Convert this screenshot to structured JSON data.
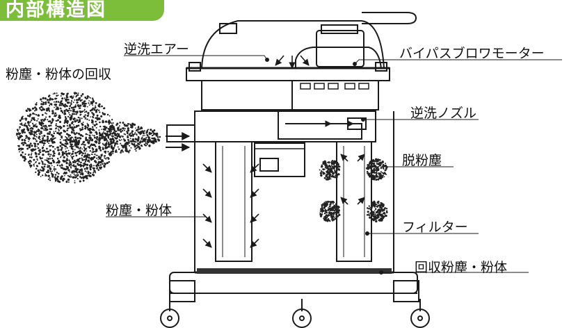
{
  "title": "内部構造図",
  "labels": {
    "backwash_air": "逆洗エアー",
    "bypass_blower_motor": "バイパスブロワモーター",
    "dust_recovery": "粉塵・粉体の回収",
    "backwash_nozzle": "逆洗ノズル",
    "dust_removal": "脱粉塵",
    "dust_powder": "粉塵・粉体",
    "filter": "フィルター",
    "recovered_dust": "回収粉塵・粉体"
  },
  "colors": {
    "title_bg": "#7cbd3a",
    "title_text": "#ffffff",
    "line": "#1a1a1a",
    "speckle": "#222222"
  }
}
